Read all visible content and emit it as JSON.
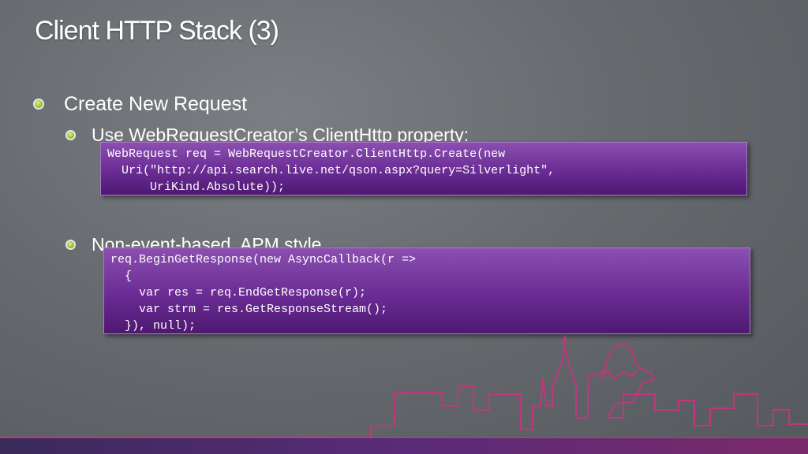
{
  "slide": {
    "title": "Client HTTP Stack (3)",
    "bullets": [
      "Create New Request",
      "Use WebRequestCreator’s ClientHttp property:",
      "Non-event-based, APM style"
    ]
  },
  "code_block_1": {
    "lines": [
      "WebRequest req = WebRequestCreator.ClientHttp.Create(new",
      "  Uri(\"http://api.search.live.net/qson.aspx?query=Silverlight\",",
      "      UriKind.Absolute));"
    ]
  },
  "code_block_2": {
    "lines": [
      "req.BeginGetResponse(new AsyncCallback(r =>",
      "  {",
      "    var res = req.EndGetResponse(r);",
      "    var strm = res.GetResponseStream();",
      "  }), null);"
    ]
  },
  "colors": {
    "accent": "#a2cc3a",
    "code_bg": "#6a2c94",
    "skyline": "#c2357f"
  }
}
